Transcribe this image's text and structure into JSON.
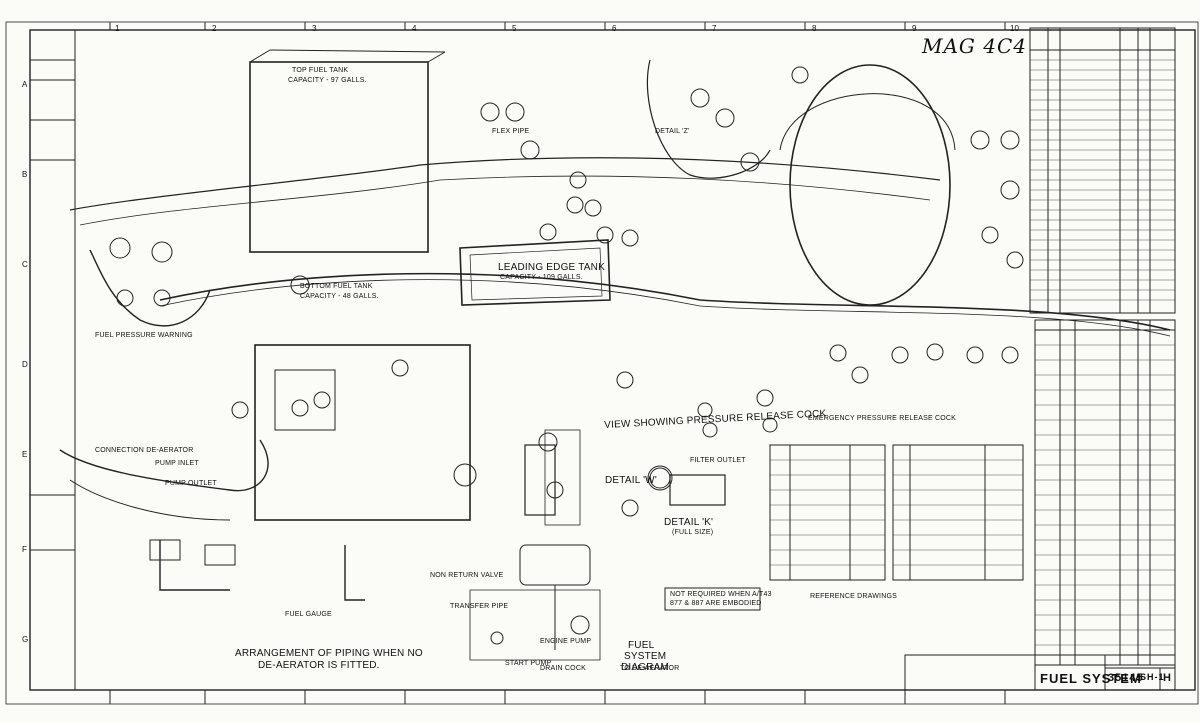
{
  "handwritten_ref": "MAG 4C4",
  "grid": {
    "columns": [
      "1",
      "2",
      "3",
      "4",
      "5",
      "6",
      "7",
      "8",
      "9",
      "10"
    ],
    "rows": [
      "A",
      "B",
      "C",
      "D",
      "E",
      "F",
      "G"
    ]
  },
  "labels": {
    "top_fuel_tank": "TOP FUEL TANK",
    "top_fuel_capacity": "CAPACITY - 97 GALLS.",
    "leading_edge_tank": "LEADING EDGE TANK",
    "leading_edge_capacity": "CAPACITY - 109 GALLS.",
    "bottom_fuel_tank": "BOTTOM FUEL TANK",
    "bottom_fuel_capacity": "CAPACITY - 48 GALLS.",
    "view_showing": "VIEW SHOWING PRESSURE RELEASE COCK",
    "arrangement_line1": "ARRANGEMENT OF PIPING WHEN NO",
    "arrangement_line2": "DE-AERATOR IS FITTED.",
    "fuel_system_diagram_1": "FUEL",
    "fuel_system_diagram_2": "SYSTEM",
    "fuel_system_diagram_3": "DIAGRAM",
    "detail_k": "DETAIL 'K'",
    "detail_k_sub": "(FULL SIZE)",
    "detail_w": "DETAIL 'W'",
    "detail_z": "DETAIL 'Z'",
    "filter_outlet": "FILTER OUTLET",
    "flex_pipe": "FLEX PIPE",
    "fuel_pressure_warning": "FUEL PRESSURE WARNING",
    "emergency_pressure": "EMERGENCY PRESSURE RELEASE COCK",
    "connection_de_aerator": "CONNECTION DE-AERATOR",
    "pump_inlet": "PUMP INLET",
    "pump_outlet": "PUMP OUTLET",
    "fuel_gauge": "FUEL GAUGE",
    "engine_pump": "ENGINE PUMP",
    "start_pump": "START PUMP",
    "non_return_valve": "NON RETURN VALVE",
    "drain_cock": "DRAIN COCK",
    "transfer_pipe": "TRANSFER PIPE",
    "to_de_aerator": "TO DE-AERATOR",
    "not_required_line1": "NOT REQUIRED WHEN A/T43",
    "not_required_line2": "877 & 887 ARE EMBODIED",
    "reference_drawings": "REFERENCE DRAWINGS",
    "title_block": "FUEL SYSTEM",
    "drawing_number": "35145",
    "sheet": "SH-1",
    "issue": "H"
  }
}
